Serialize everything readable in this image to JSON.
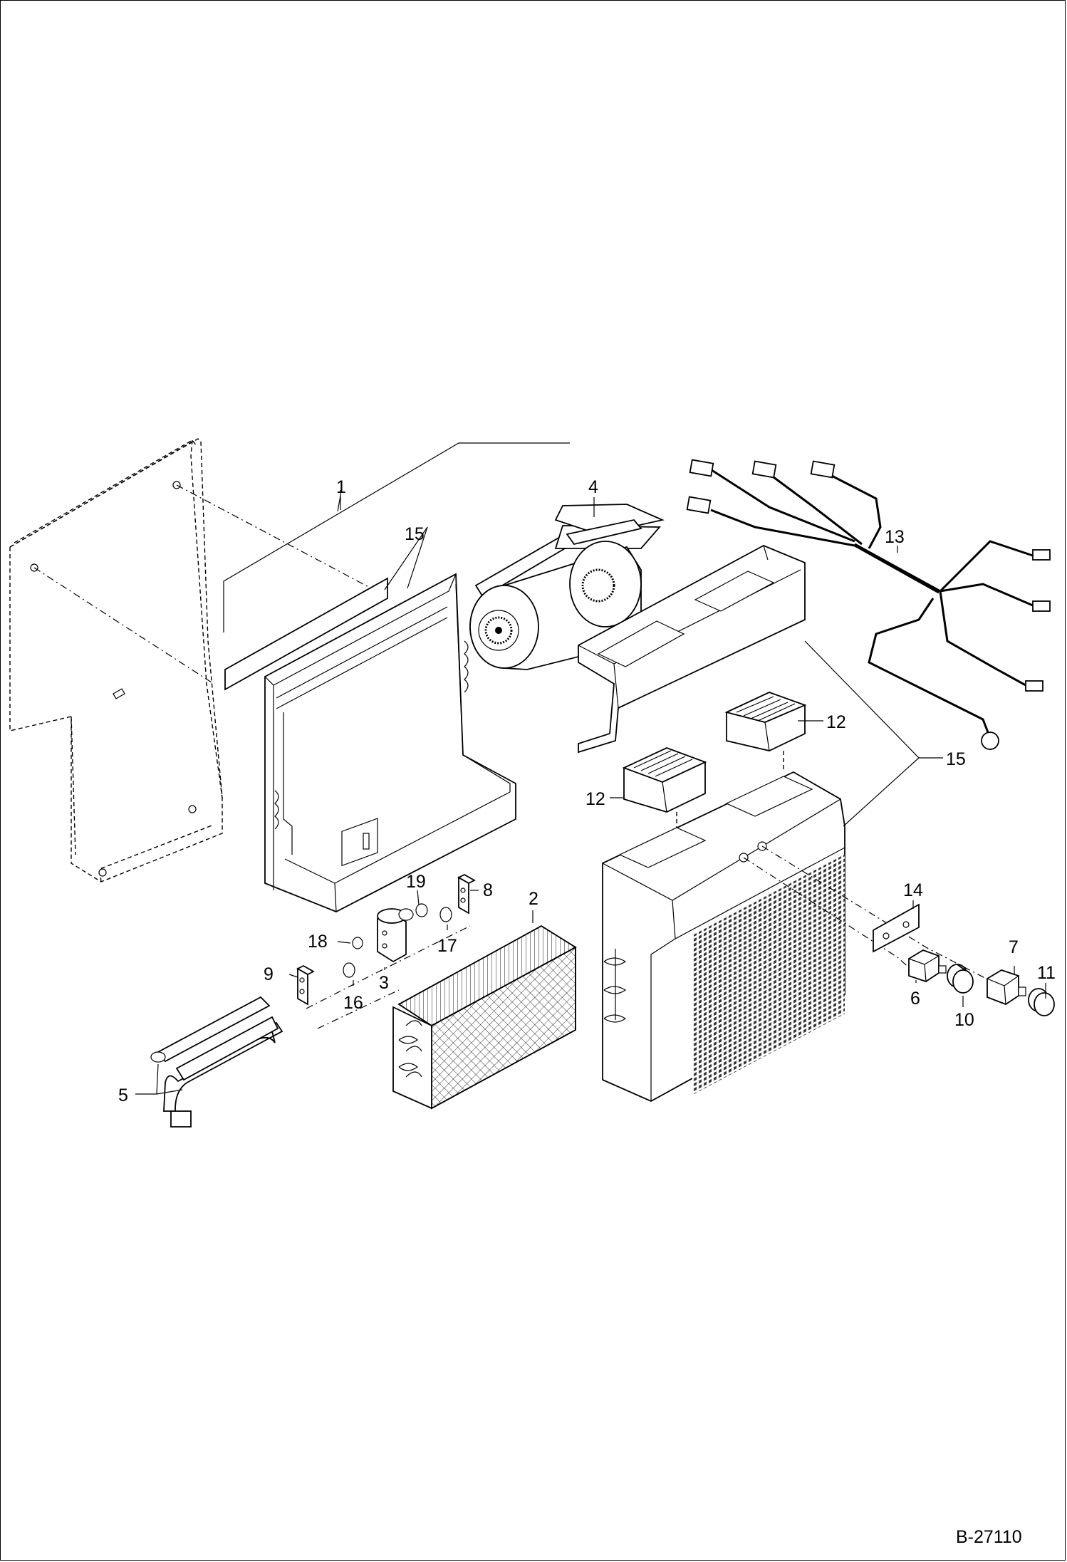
{
  "drawing_ref": "B-27110",
  "callouts": {
    "c1": "1",
    "c2": "2",
    "c3": "3",
    "c4": "4",
    "c5": "5",
    "c6": "6",
    "c7": "7",
    "c8": "8",
    "c9": "9",
    "c10": "10",
    "c11": "11",
    "c12a": "12",
    "c12b": "12",
    "c13": "13",
    "c14": "14",
    "c15a": "15",
    "c15b": "15",
    "c16": "16",
    "c17": "17",
    "c18": "18",
    "c19": "19"
  }
}
